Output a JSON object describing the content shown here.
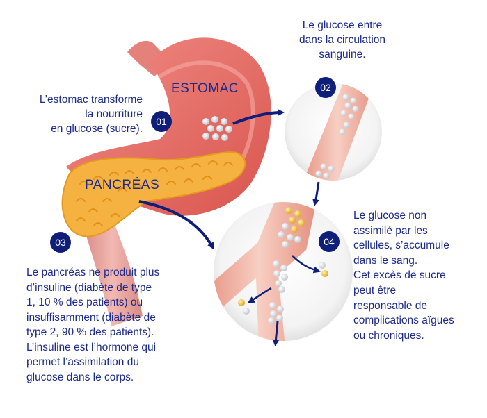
{
  "labels": {
    "stomach": "ESTOMAC",
    "pancreas": "PANCRÉAS"
  },
  "steps": [
    {
      "number": "01",
      "lines": [
        "L’estomac  transforme",
        "la nourriture",
        "en glucose  (sucre)."
      ]
    },
    {
      "number": "02",
      "lines": [
        "Le glucose  entre",
        "dans la circulation",
        "sanguine."
      ]
    },
    {
      "number": "03",
      "lines": [
        "Le pancréas ne produit plus",
        "d’insuline (diabète de type",
        "1, 10 % des patients) ou",
        "insuffisamment (diabète de",
        "type 2, 90 % des patients).",
        "L’insuline est l’hormone qui",
        "permet l’assimilation du",
        "glucose dans le corps."
      ]
    },
    {
      "number": "04",
      "lines": [
        "Le glucose non",
        "assimilé par les",
        "cellules, s’accumule",
        "dans le sang.",
        "Cet excès de sucre",
        "peut être",
        "responsable de",
        "complications aïgues",
        "ou chroniques."
      ]
    }
  ],
  "colors": {
    "text": "#1b2a8c",
    "badge": "#0f1e78",
    "arrow": "#0f1e78",
    "stomach": "#e6766f",
    "pancreas": "#f5b240",
    "vessel": "#f2b5a8",
    "glucose_white": "#ffffff",
    "glucose_gold": "#f1c232"
  }
}
